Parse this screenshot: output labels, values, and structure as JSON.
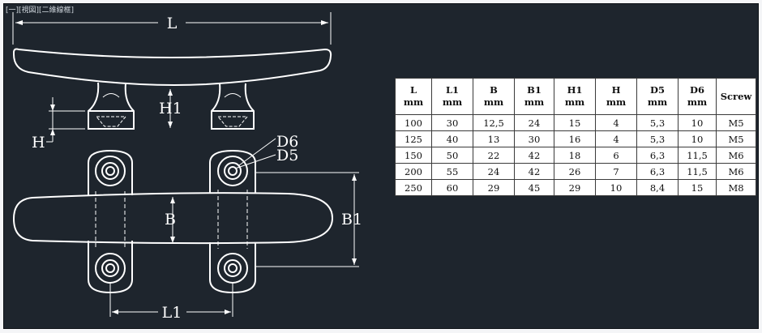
{
  "window": {
    "title": "[一][視図][二維線框]"
  },
  "diagram": {
    "labels": {
      "L": "L",
      "H1": "H1",
      "H": "H",
      "D6": "D6",
      "D5": "D5",
      "B": "B",
      "B1": "B1",
      "L1": "L1"
    }
  },
  "table": {
    "headers": [
      {
        "name": "L",
        "unit": "mm"
      },
      {
        "name": "L1",
        "unit": "mm"
      },
      {
        "name": "B",
        "unit": "mm"
      },
      {
        "name": "B1",
        "unit": "mm"
      },
      {
        "name": "H1",
        "unit": "mm"
      },
      {
        "name": "H",
        "unit": "mm"
      },
      {
        "name": "D5",
        "unit": "mm"
      },
      {
        "name": "D6",
        "unit": "mm"
      },
      {
        "name": "Screw",
        "unit": ""
      }
    ],
    "rows": [
      [
        "100",
        "30",
        "12,5",
        "24",
        "15",
        "4",
        "5,3",
        "10",
        "M5"
      ],
      [
        "125",
        "40",
        "13",
        "30",
        "16",
        "4",
        "5,3",
        "10",
        "M5"
      ],
      [
        "150",
        "50",
        "22",
        "42",
        "18",
        "6",
        "6,3",
        "11,5",
        "M6"
      ],
      [
        "200",
        "55",
        "24",
        "42",
        "26",
        "7",
        "6,3",
        "11,5",
        "M6"
      ],
      [
        "250",
        "60",
        "29",
        "45",
        "29",
        "10",
        "8,4",
        "15",
        "M8"
      ]
    ]
  },
  "colors": {
    "background": "#1e252d",
    "line": "#ffffff",
    "table": "#ffffff"
  }
}
